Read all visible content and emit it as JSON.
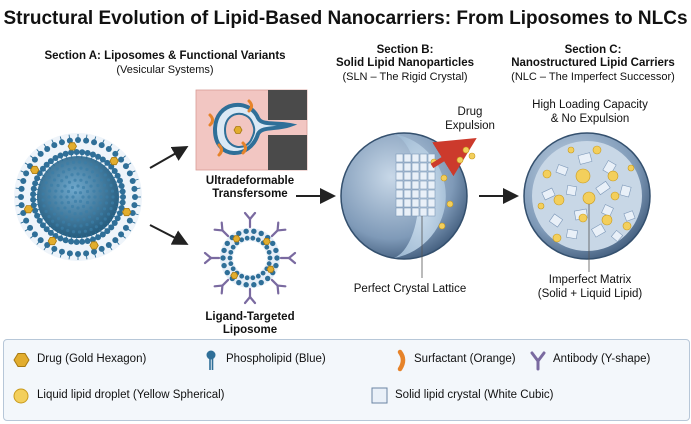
{
  "title": "Structural Evolution of Lipid-Based Nanocarriers: From Liposomes to NLCs",
  "section_a": {
    "title": "Section A: Liposomes & Functional Variants",
    "subtitle": "(Vesicular Systems)"
  },
  "section_b": {
    "title_line1": "Section B:",
    "title_line2": "Solid Lipid Nanoparticles",
    "subtitle": "(SLN – The Rigid Crystal)"
  },
  "section_c": {
    "title_line1": "Section C:",
    "title_line2": "Nanostructured Lipid Carriers",
    "subtitle": "(NLC – The Imperfect Successor)"
  },
  "labels": {
    "transfersome_1": "Ultradeformable",
    "transfersome_2": "Transfersome",
    "ligand_1": "Ligand-Targeted",
    "ligand_2": "Liposome",
    "drug_expulsion_1": "Drug",
    "drug_expulsion_2": "Expulsion",
    "high_loading_1": "High Loading Capacity",
    "high_loading_2": "& No Expulsion",
    "perfect_lattice": "Perfect Crystal Lattice",
    "imperfect_1": "Imperfect Matrix",
    "imperfect_2": "(Solid + Liquid Lipid)"
  },
  "legend": {
    "drug": "Drug (Gold Hexagon)",
    "phospholipid": "Phospholipid (Blue)",
    "surfactant": "Surfactant (Orange)",
    "antibody": "Antibody (Y-shape)",
    "liquid_lipid": "Liquid lipid droplet (Yellow Spherical)",
    "solid_crystal": "Solid lipid crystal (White Cubic)"
  },
  "colors": {
    "lipid_blue": "#2f6f98",
    "drug_gold": "#e2ad2e",
    "surfactant_orange": "#e6832a",
    "antibody_purple": "#7a6aa0",
    "droplet_yellow": "#f3cf5c",
    "crystal_white": "#e9f0f8",
    "arrow_red": "#cc3a2c"
  }
}
